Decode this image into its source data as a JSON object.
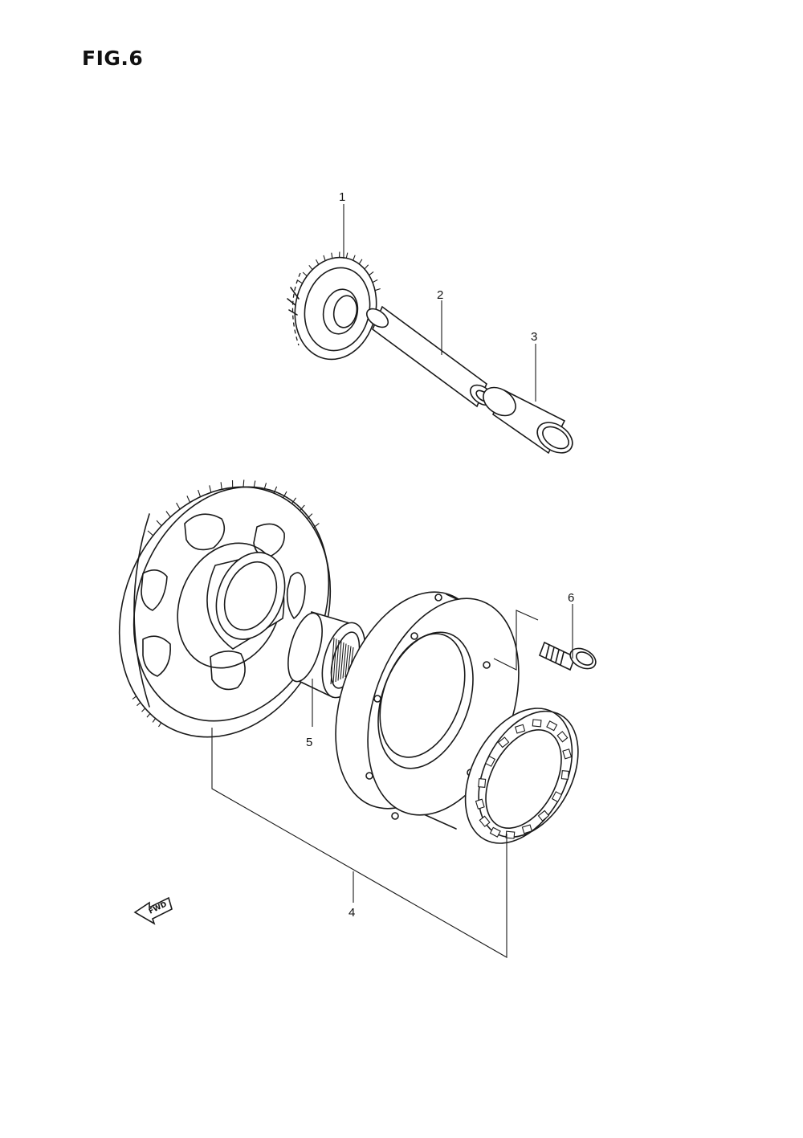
{
  "figure": {
    "title": "FIG.6"
  },
  "callouts": {
    "part_1": "1",
    "part_2": "2",
    "part_3": "3",
    "part_4": "4",
    "part_5": "5",
    "part_6": "6"
  },
  "direction_arrow": {
    "label": "FWD",
    "icon": "forward-arrow-icon"
  }
}
